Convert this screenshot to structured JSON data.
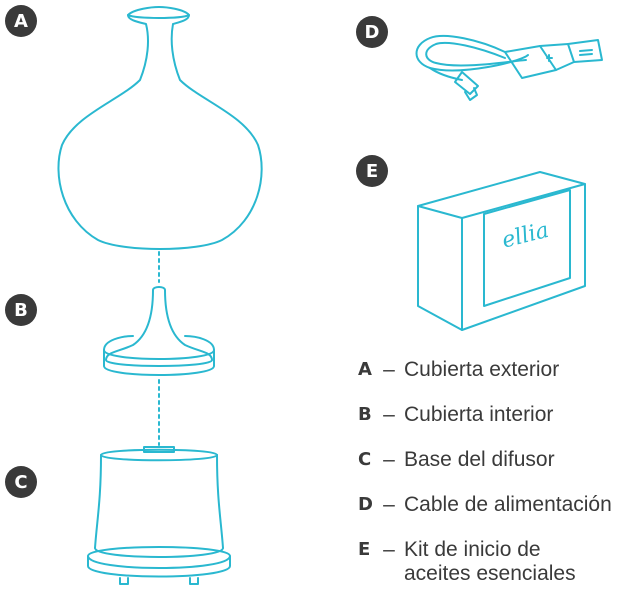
{
  "colors": {
    "line": "#2ab8d0",
    "badge": "#3a3a3a",
    "text": "#3a3a3a"
  },
  "badges": {
    "a": "A",
    "b": "B",
    "c": "C",
    "d": "D",
    "e": "E"
  },
  "box_label": "ellia",
  "legend": {
    "dash": "–",
    "items": [
      {
        "key": "A",
        "text": "Cubierta exterior"
      },
      {
        "key": "B",
        "text": "Cubierta interior"
      },
      {
        "key": "C",
        "text": "Base del difusor"
      },
      {
        "key": "D",
        "text": "Cable de alimentación"
      },
      {
        "key": "E",
        "text": "Kit de inicio de",
        "text2": "aceites esenciales"
      }
    ]
  }
}
